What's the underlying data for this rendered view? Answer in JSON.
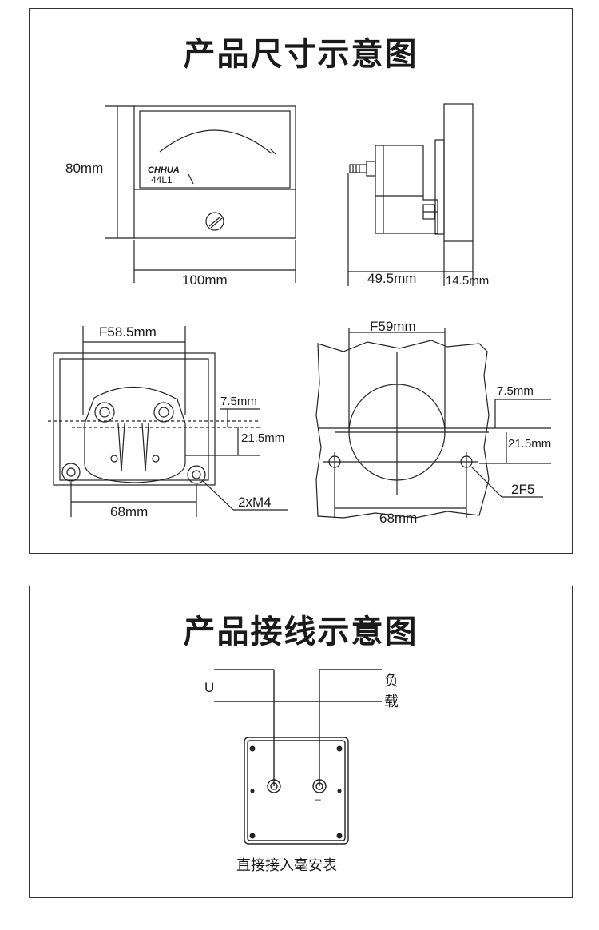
{
  "dimension_section": {
    "title": "产品尺寸示意图",
    "front_view": {
      "height_label": "80mm",
      "width_label": "100mm",
      "brand": "CHHUA",
      "model": "44L1"
    },
    "side_view": {
      "depth_label": "49.5mm",
      "flange_label": "14.5mm"
    },
    "rear_view": {
      "hole_label": "F58.5mm",
      "offset_label": "7.5mm",
      "gap_label": "21.5mm",
      "spacing_label": "68mm",
      "screw_label": "2xM4"
    },
    "cutout_view": {
      "hole_label": "F59mm",
      "offset_label": "7.5mm",
      "gap_label": "21.5mm",
      "spacing_label": "68mm",
      "fix_label": "2F5"
    }
  },
  "wiring_section": {
    "title": "产品接线示意图",
    "supply_label": "U",
    "load_label_1": "负",
    "load_label_2": "载",
    "minus_mark": "–",
    "caption": "直接接入毫安表"
  }
}
